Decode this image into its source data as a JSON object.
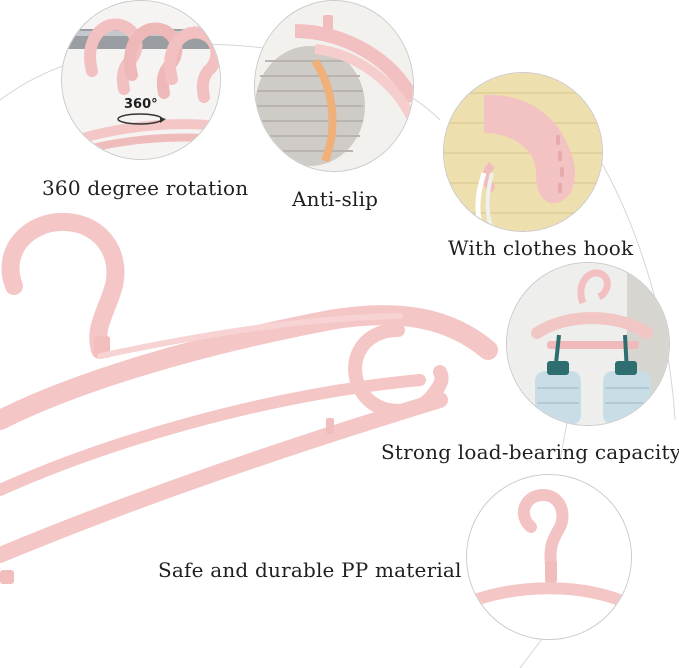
{
  "labels": {
    "rotation": "360 degree rotation",
    "anti_slip": "Anti-slip",
    "clothes_hook": "With clothes hook",
    "load_bearing": "Strong load-bearing capacity",
    "material": "Safe and durable PP material"
  },
  "badge": {
    "rotation_value": "360°"
  },
  "colors": {
    "hanger_pink": "#f4c6c6",
    "hanger_pink_dark": "#e8adad",
    "connector_line": "#cfcfcf",
    "label_text": "#1f1f1f"
  },
  "icons": {
    "rotation": "rotation-arrow-icon"
  }
}
